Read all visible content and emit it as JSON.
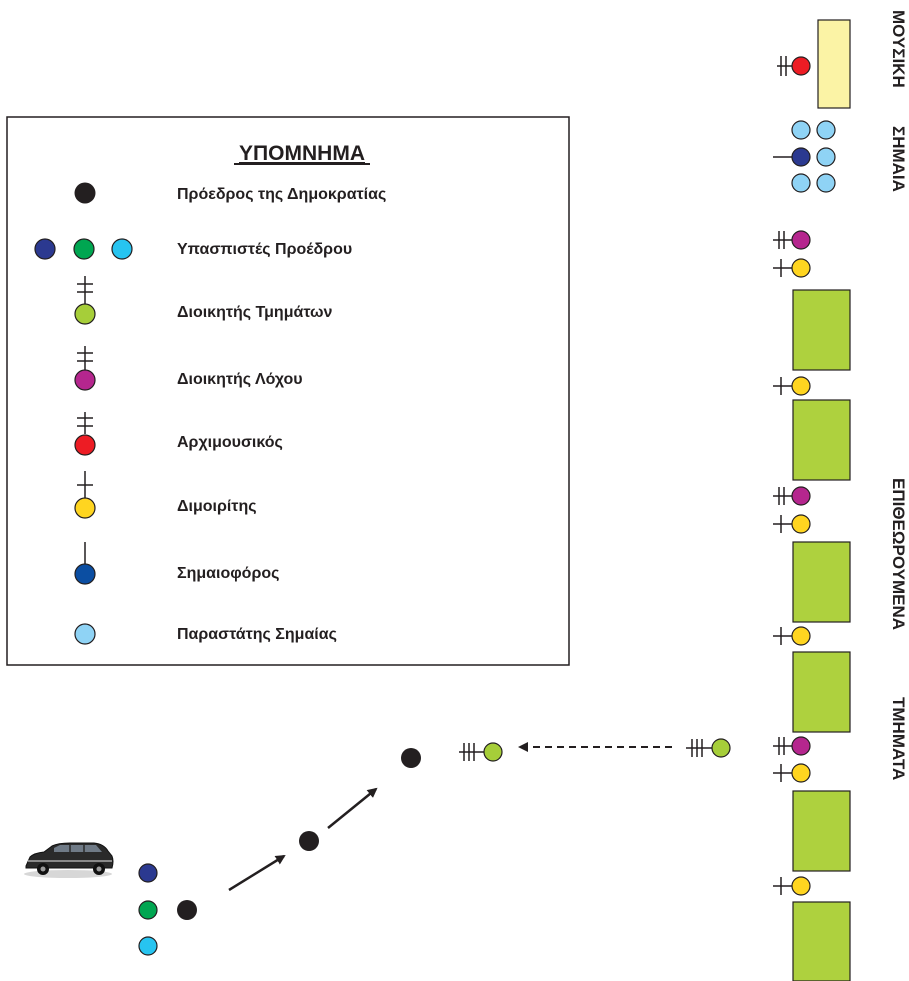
{
  "legend": {
    "title": "ΥΠΟΜΝΗΜΑ",
    "items": [
      {
        "label": "Πρόεδρος της Δημοκρατίας",
        "symbol": "president",
        "color": "#231f20"
      },
      {
        "label": "Υπασπιστές Προέδρου",
        "symbol": "aides",
        "colors": [
          "#2b3990",
          "#00a651",
          "#27c4f0"
        ]
      },
      {
        "label": "Διοικητής Τμημάτων",
        "symbol": "commander-sections",
        "color": "#a6ce39",
        "bars": 2
      },
      {
        "label": "Διοικητής Λόχου",
        "symbol": "company-commander",
        "color": "#b5268e",
        "bars": 2
      },
      {
        "label": "Αρχιμουσικός",
        "symbol": "bandmaster",
        "color": "#ed1c24",
        "bars": 2
      },
      {
        "label": "Διμοιρίτης",
        "symbol": "platoon-leader",
        "color": "#ffd520",
        "bars": 1
      },
      {
        "label": "Σημαιοφόρος",
        "symbol": "flag-bearer",
        "color": "#0b4ea2",
        "bars": 0
      },
      {
        "label": "Παραστάτης Σημαίας",
        "symbol": "flag-escort",
        "color": "#8fd3f5"
      }
    ]
  },
  "side_labels": {
    "music": "ΜΟΥΣΙΚΗ",
    "flag": "ΣΗΜΑΙΑ",
    "inspected": "ΕΠΙΘΕΩΡΟΥΜΕΝΑ",
    "sections": "ΤΜΗΜΑΤΑ"
  },
  "colors": {
    "music_block": "#fbf3a5",
    "section_block": "#aed13e",
    "outline": "#231f20",
    "arrow": "#231f20"
  },
  "icons": [
    "limousine-icon"
  ]
}
